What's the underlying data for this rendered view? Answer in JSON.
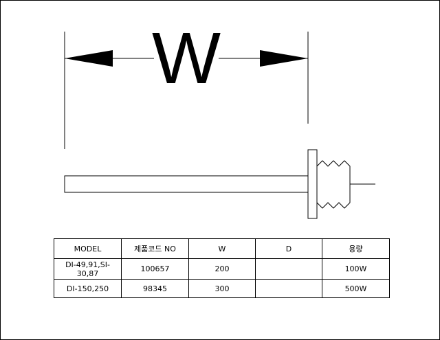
{
  "drawing": {
    "dimension_label": "W"
  },
  "table": {
    "headers": [
      "MODEL",
      "제품코드 NO",
      "W",
      "D",
      "용량"
    ],
    "rows": [
      [
        "DI-49,91,SI-30,87",
        "100657",
        "200",
        "",
        "100W"
      ],
      [
        "DI-150,250",
        "98345",
        "300",
        "",
        "500W"
      ]
    ]
  }
}
